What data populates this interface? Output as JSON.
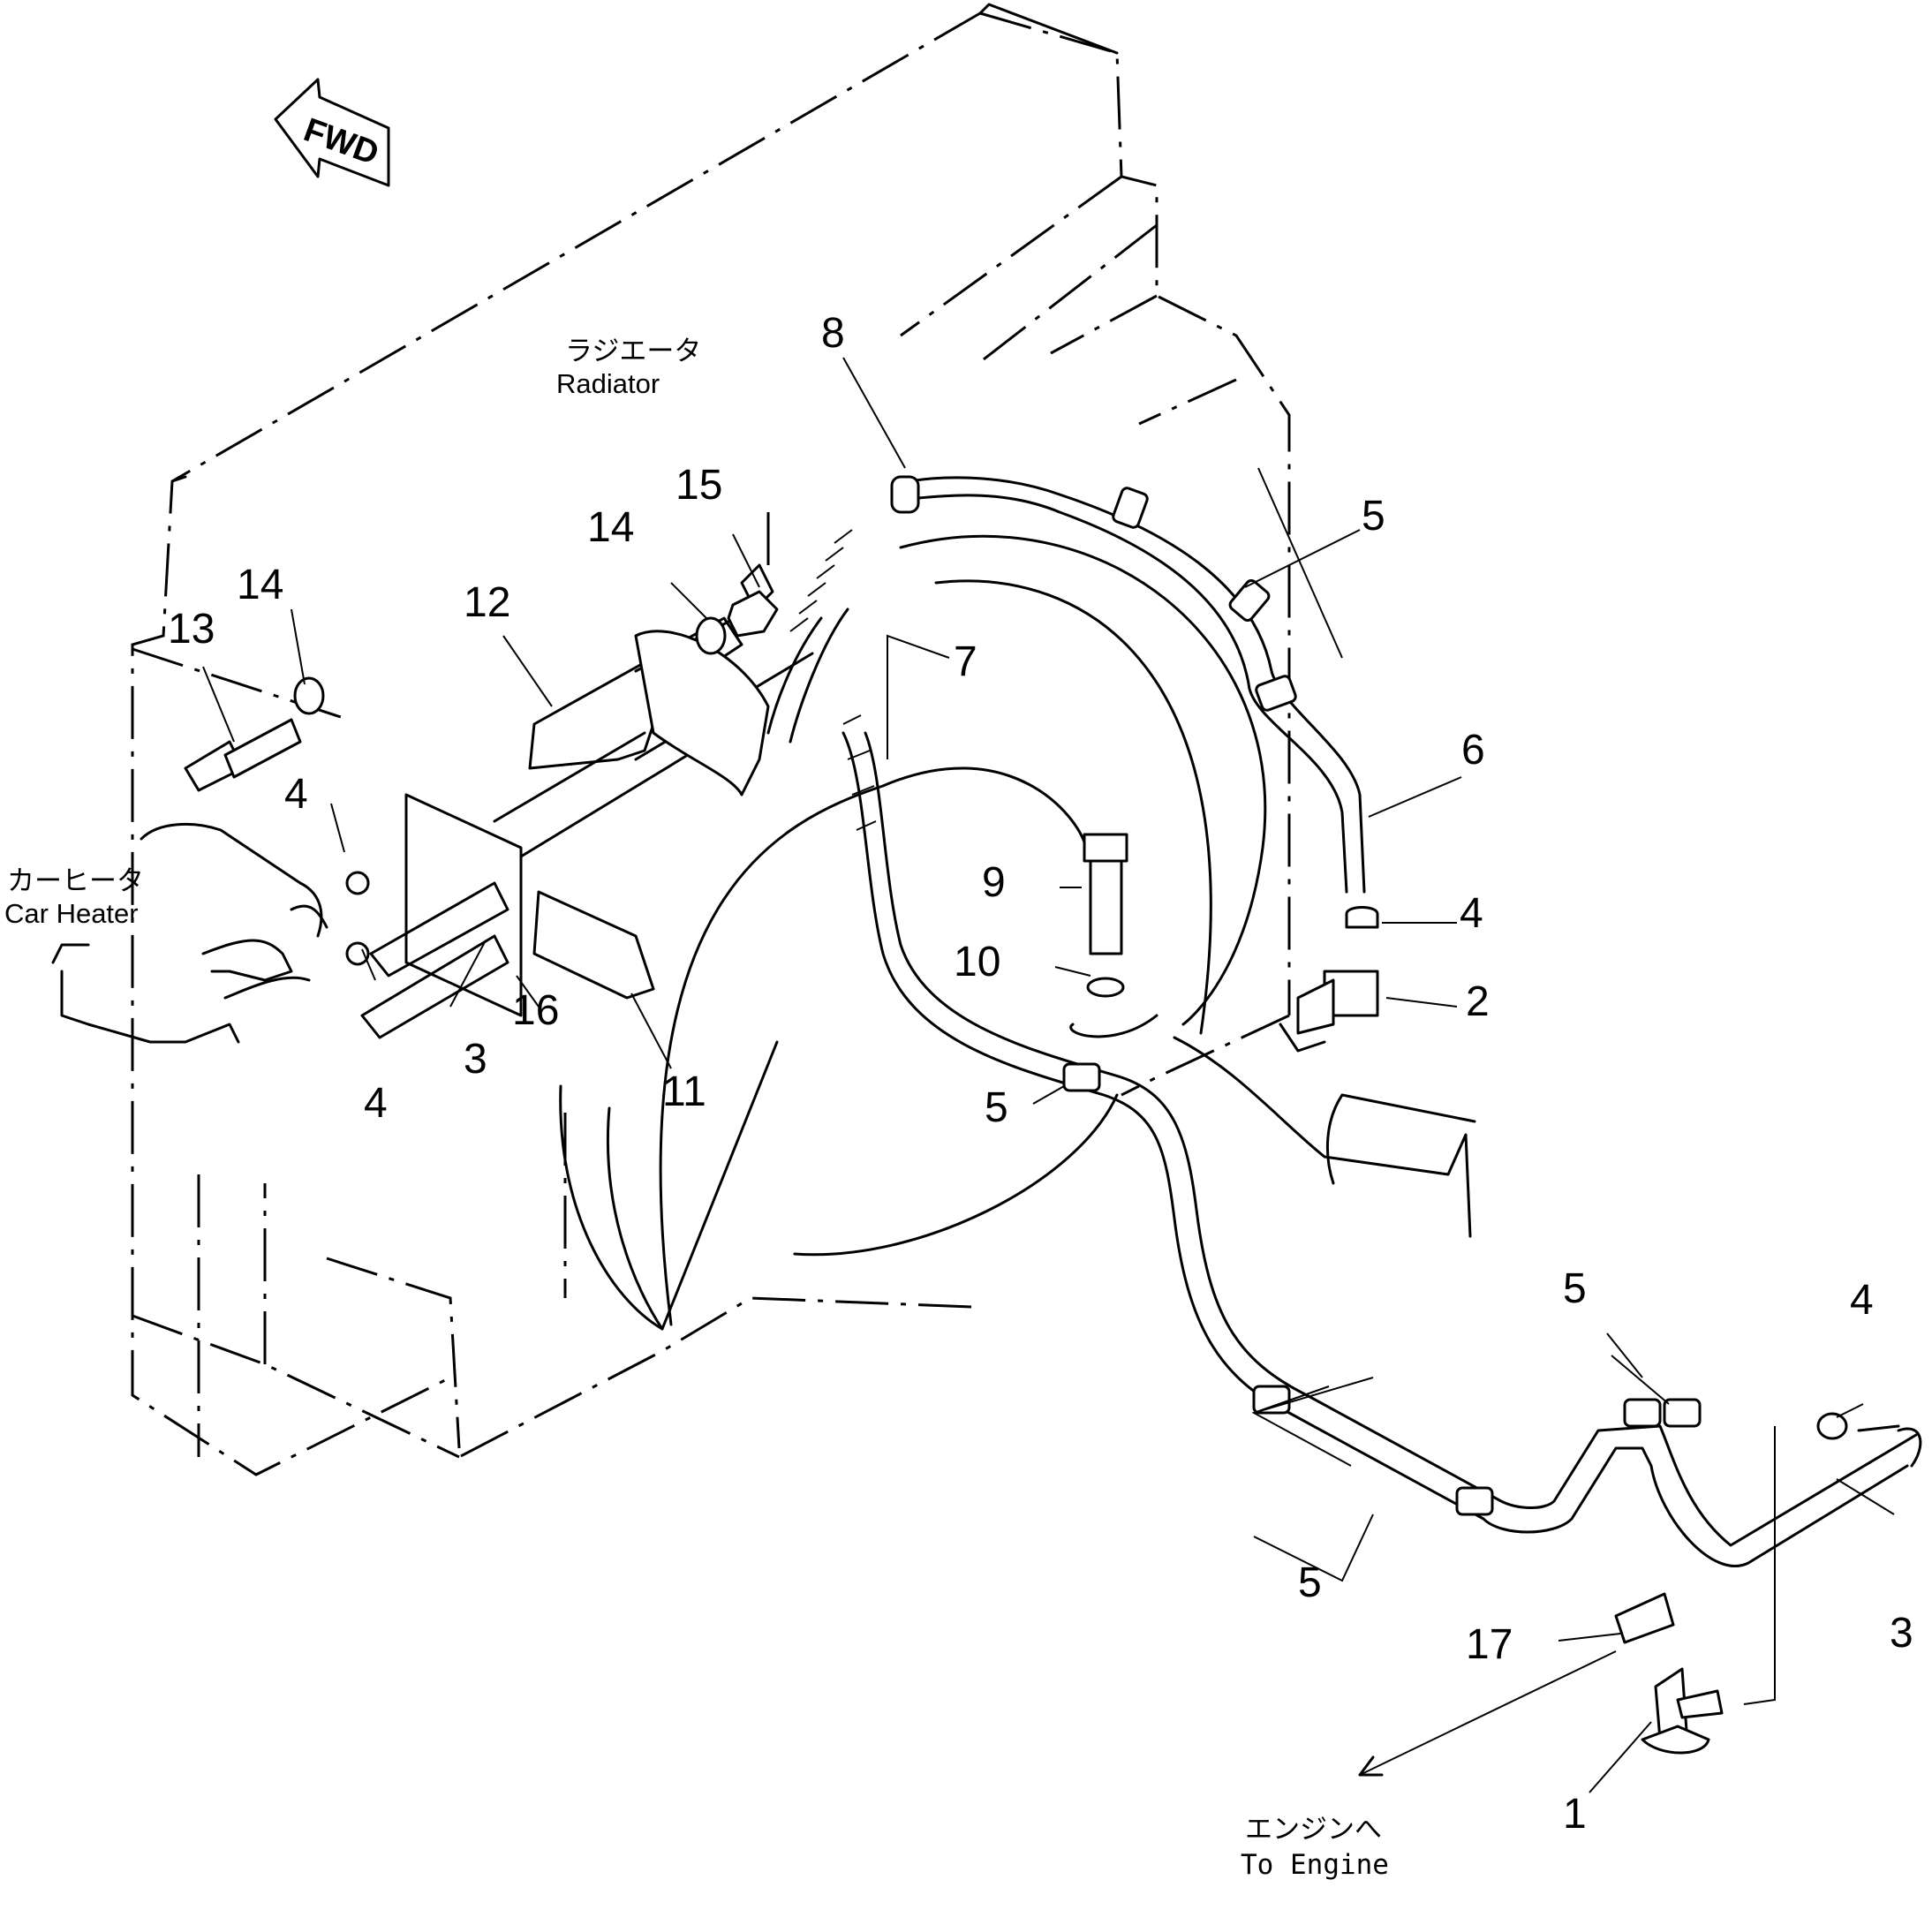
{
  "title": "",
  "labels": {
    "fwd": "FWD",
    "radiator_jp": "ラジエータ",
    "radiator_en": "Radiator",
    "car_heater_jp": "カーヒータ",
    "car_heater_en": "Car  Heater",
    "engine_jp": "エンジンへ",
    "engine_en": "To  Engine"
  },
  "callouts": [
    {
      "id": "c8",
      "text": "8"
    },
    {
      "id": "c15",
      "text": "15"
    },
    {
      "id": "c14a",
      "text": "14"
    },
    {
      "id": "c14b",
      "text": "14"
    },
    {
      "id": "c13",
      "text": "13"
    },
    {
      "id": "c12",
      "text": "12"
    },
    {
      "id": "c7",
      "text": "7"
    },
    {
      "id": "c5a",
      "text": "5"
    },
    {
      "id": "c6",
      "text": "6"
    },
    {
      "id": "c4a",
      "text": "4"
    },
    {
      "id": "c4b",
      "text": "4"
    },
    {
      "id": "c4c",
      "text": "4"
    },
    {
      "id": "c4d",
      "text": "4"
    },
    {
      "id": "c9",
      "text": "9"
    },
    {
      "id": "c10",
      "text": "10"
    },
    {
      "id": "c2",
      "text": "2"
    },
    {
      "id": "c5b",
      "text": "5"
    },
    {
      "id": "c5c",
      "text": "5"
    },
    {
      "id": "c5d",
      "text": "5"
    },
    {
      "id": "c3a",
      "text": "3"
    },
    {
      "id": "c3b",
      "text": "3"
    },
    {
      "id": "c16",
      "text": "16"
    },
    {
      "id": "c11",
      "text": "11"
    },
    {
      "id": "c17",
      "text": "17"
    },
    {
      "id": "c1",
      "text": "1"
    }
  ]
}
